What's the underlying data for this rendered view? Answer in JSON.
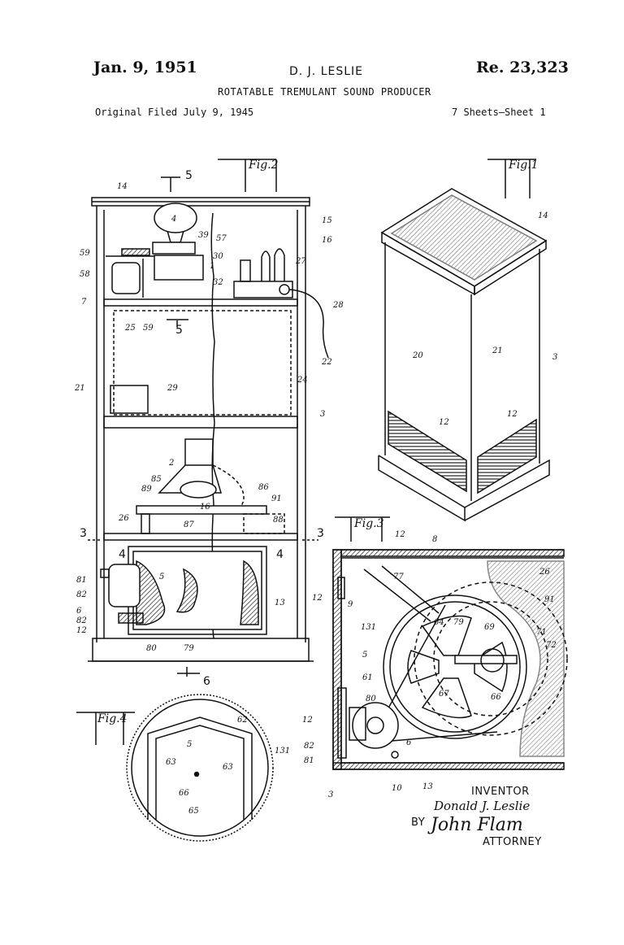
{
  "header": {
    "date": "Jan. 9, 1951",
    "inventor_name": "D. J. LESLIE",
    "patent_number": "Re. 23,323",
    "title": "ROTATABLE TREMULANT SOUND PRODUCER",
    "filed": "Original Filed July 9, 1945",
    "sheets": "7 Sheets—Sheet 1"
  },
  "figures": {
    "fig1": "Fig.1",
    "fig2": "Fig.2",
    "fig3": "Fig.3",
    "fig4": "Fig.4"
  },
  "section_marks": {
    "s5": "5",
    "s6": "6",
    "s3": "3",
    "s4": "4"
  },
  "fig2_labels": [
    "14",
    "4",
    "15",
    "16",
    "39",
    "57",
    "59",
    "58",
    "30",
    "1",
    "27",
    "32",
    "7",
    "28",
    "25",
    "59",
    "22",
    "24",
    "21",
    "29",
    "3",
    "2",
    "85",
    "89",
    "86",
    "91",
    "16",
    "87",
    "88",
    "26",
    "5",
    "13",
    "81",
    "82",
    "6",
    "82",
    "12",
    "80",
    "79",
    "12"
  ],
  "fig1_labels": [
    "14",
    "20",
    "21",
    "3",
    "12",
    "12"
  ],
  "fig3_labels": [
    "12",
    "8",
    "26",
    "77",
    "9",
    "131",
    "64",
    "79",
    "69",
    "91",
    "71",
    "72",
    "5",
    "61",
    "67",
    "66",
    "80",
    "12",
    "82",
    "81",
    "6",
    "10",
    "13",
    "3"
  ],
  "fig4_labels": [
    "62",
    "5",
    "131",
    "63",
    "63",
    "66",
    "65"
  ],
  "signature": {
    "inventor_heading": "INVENTOR",
    "inventor_script": "Donald J. Leslie",
    "by": "BY",
    "attorney_script": "John Flam",
    "attorney_heading": "ATTORNEY"
  }
}
